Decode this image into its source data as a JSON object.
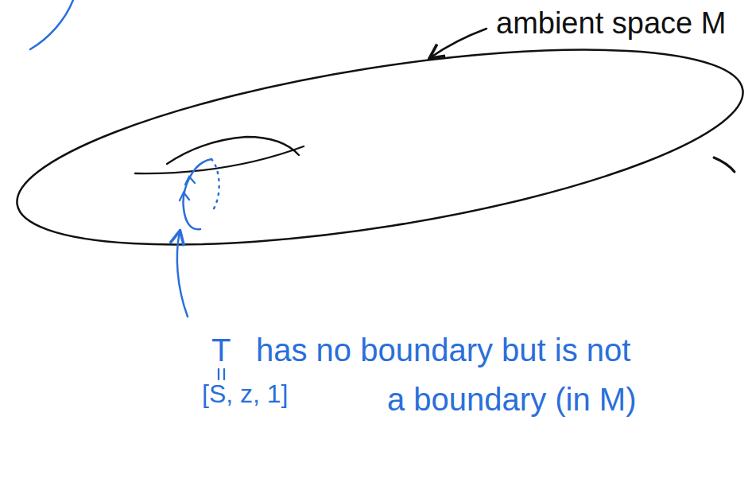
{
  "diagram": {
    "labels": [
      "ambient space M",
      "T",
      "has no boundary but is not a boundary (in M)",
      "[S, z, 1]"
    ]
  }
}
